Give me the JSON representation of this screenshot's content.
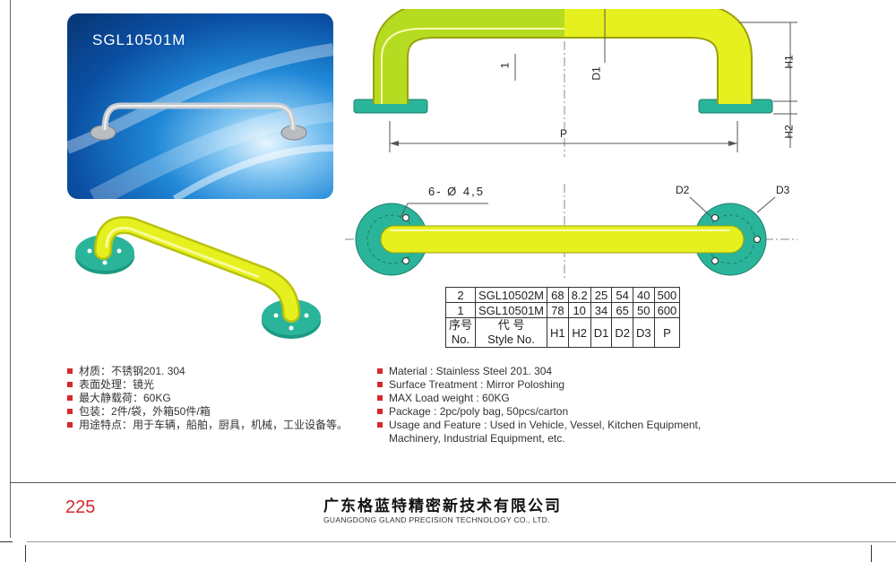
{
  "photo": {
    "title": "SGL10501M"
  },
  "drawing": {
    "side_labels": {
      "h1": "H1",
      "h2": "H2",
      "d1": "D1",
      "p": "P",
      "small": "1"
    },
    "top_labels": {
      "holes": "6- Ø 4,5",
      "d2": "D2",
      "d3": "D3"
    }
  },
  "table": {
    "rows": [
      {
        "no": "2",
        "style": "SGL10502M",
        "h1": "68",
        "h2": "8.2",
        "d1": "25",
        "d2": "54",
        "d3": "40",
        "p": "500"
      },
      {
        "no": "1",
        "style": "SGL10501M",
        "h1": "78",
        "h2": "10",
        "d1": "34",
        "d2": "65",
        "d3": "50",
        "p": "600"
      }
    ],
    "header": {
      "no_cn": "序号",
      "no_en": "No.",
      "style_cn": "代 号",
      "style_en": "Style No.",
      "h1": "H1",
      "h2": "H2",
      "d1": "D1",
      "d2": "D2",
      "d3": "D3",
      "p": "P"
    }
  },
  "specs_cn": [
    "材质：不锈钢201. 304",
    "表面处理：镜光",
    "最大静载荷：60KG",
    "包装：2件/袋，外箱50件/箱",
    "用途特点：用于车辆，船舶，厨具，机械，工业设备等。"
  ],
  "specs_en": [
    "Material : Stainless Steel 201. 304",
    "Surface Treatment : Mirror Poloshing",
    "MAX Load weight : 60KG",
    "Package : 2pc/poly bag,  50pcs/carton",
    "Usage and Feature : Used in Vehicle, Vessel, Kitchen Equipment,",
    "Machinery, Industrial Equipment, etc."
  ],
  "footer": {
    "page_number": "225",
    "company_cn": "广东格蓝特精密新技术有限公司",
    "company_en": "GUANGDONG GLAND PRECISION TECHNOLOGY CO., LTD."
  },
  "colors": {
    "accent": "#d4282c",
    "yellow": "#e6f01e",
    "green": "#2ab59a",
    "photo_blue": "#0b4fa3"
  }
}
